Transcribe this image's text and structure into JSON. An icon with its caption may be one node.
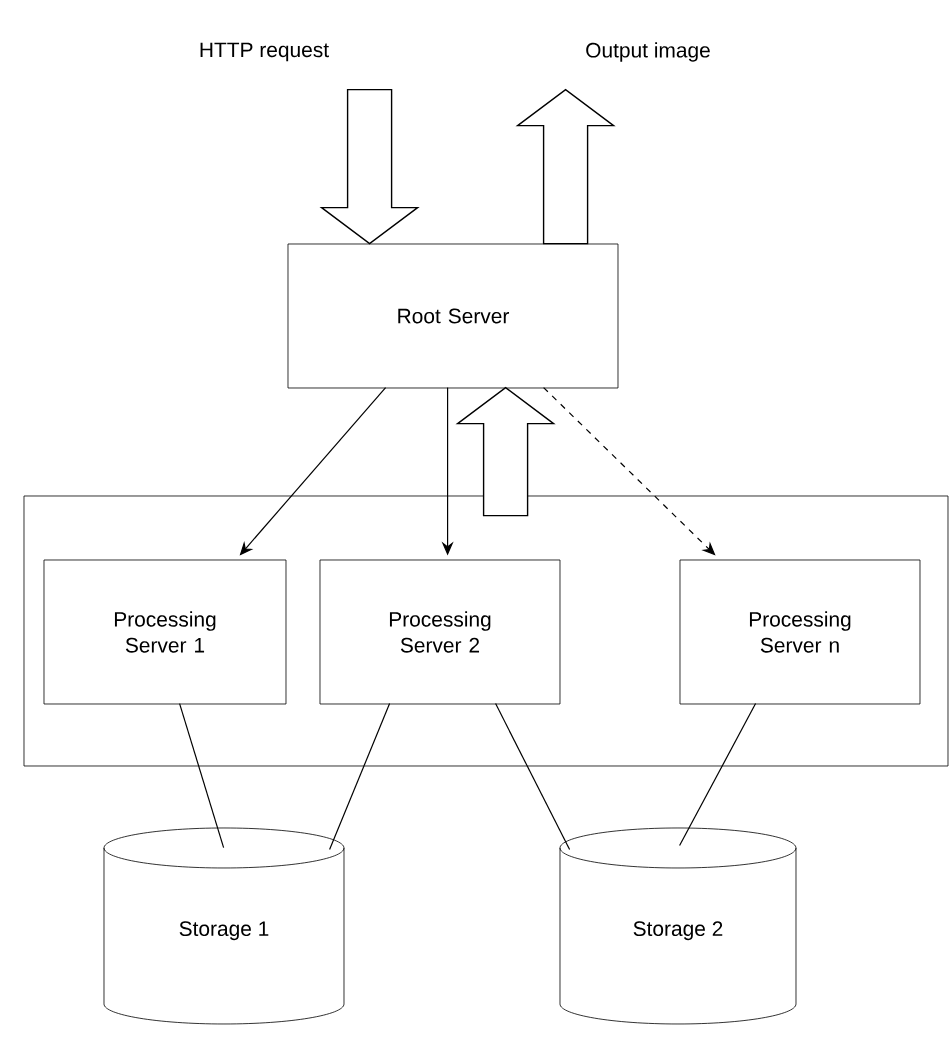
{
  "diagram": {
    "nodes": [
      {
        "text": [
          "HTTP request"
        ]
      },
      {
        "text": [
          "Output image"
        ]
      },
      {
        "text": [
          "Root Server"
        ]
      },
      {
        "text": [],
        "shape": "box"
      },
      {
        "text": [
          "Processing Server 1"
        ],
        "in": 3
      },
      {
        "text": [
          "Processing Server 2"
        ],
        "in": 3
      },
      {
        "text": [
          "Processing Server n"
        ],
        "in": 3
      },
      {
        "text": [
          "Storage 1"
        ]
      },
      {
        "text": [
          "Storage 2"
        ]
      }
    ],
    "edges": [
      {
        "from": 0,
        "to": 2,
        "arrow": "to",
        "style": "thick"
      },
      {
        "from": 2,
        "to": 1,
        "arrow": "to",
        "style": "thick"
      },
      {
        "from": 3,
        "to": 2,
        "arrow": "to",
        "style": "thick"
      },
      {
        "from": 2,
        "to": 4,
        "arrow": "to"
      },
      {
        "from": 2,
        "to": 5,
        "arrow": "to"
      },
      {
        "from": 2,
        "to": 6,
        "arrow": "to",
        "style": "dashed"
      },
      {
        "from": 4,
        "to": 7,
        "arrow": "none"
      },
      {
        "from": 5,
        "to": 7,
        "arrow": "none"
      },
      {
        "from": 5,
        "to": 8,
        "arrow": "none"
      },
      {
        "from": 6,
        "to": 8,
        "arrow": "none"
      }
    ]
  }
}
